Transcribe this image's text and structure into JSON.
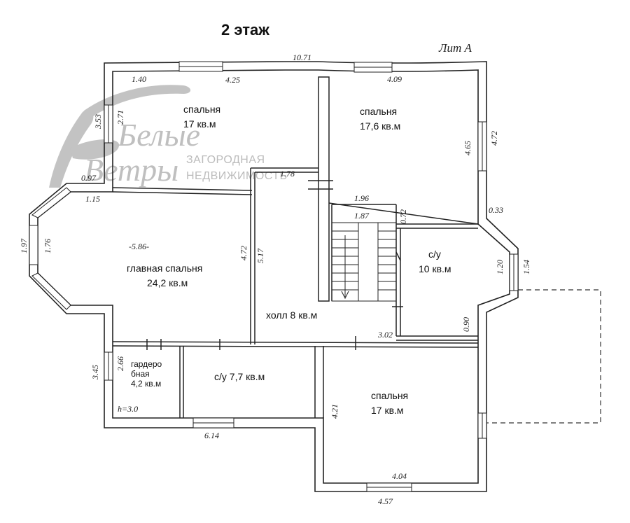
{
  "floor_title": "2 этаж",
  "lit_label": "Лит А",
  "watermark": {
    "brand_line1": "Белые",
    "brand_line2": "Ветры",
    "tagline1": "ЗАГОРОДНАЯ",
    "tagline2": "НЕДВИЖИМОСТЬ"
  },
  "rooms": {
    "bedroom_nw": {
      "name": "спальня",
      "area": "17 кв.м"
    },
    "bedroom_ne": {
      "name": "спальня",
      "area": "17,6 кв.м"
    },
    "master": {
      "name": "главная спальня",
      "area": "24,2 кв.м"
    },
    "bath_e": {
      "name": "с/у",
      "area": "10 кв.м"
    },
    "hall": {
      "label": "холл 8 кв.м"
    },
    "wardrobe": {
      "line1": "гардеро",
      "line2": "бная",
      "area": "4,2 кв.м"
    },
    "bath_s": {
      "label": "с/у 7,7 кв.м"
    },
    "bedroom_se": {
      "name": "спальня",
      "area": "17 кв.м"
    }
  },
  "dimensions": {
    "d1071": "10.71",
    "d140": "1.40",
    "d425": "4.25",
    "d409": "4.09",
    "d353": "3.53",
    "d271": "2.71",
    "d472a": "4.72",
    "d465": "4.65",
    "d097": "0.97",
    "d178": "1.78",
    "d115": "1.15",
    "d196": "1.96",
    "d187": "1.87",
    "d072": "0.72",
    "d033": "0.33",
    "d197": "1.97",
    "d176": "1.76",
    "d586": "-5.86-",
    "d472b": "4.72",
    "d517": "5.17",
    "d120": "1.20",
    "d154": "1.54",
    "d090": "0.90",
    "d302": "3.02",
    "d345": "3.45",
    "d266": "2.66",
    "dh30": "h=3.0",
    "d421": "4.21",
    "d614": "6.14",
    "d404": "4.04",
    "d457": "4.57"
  }
}
